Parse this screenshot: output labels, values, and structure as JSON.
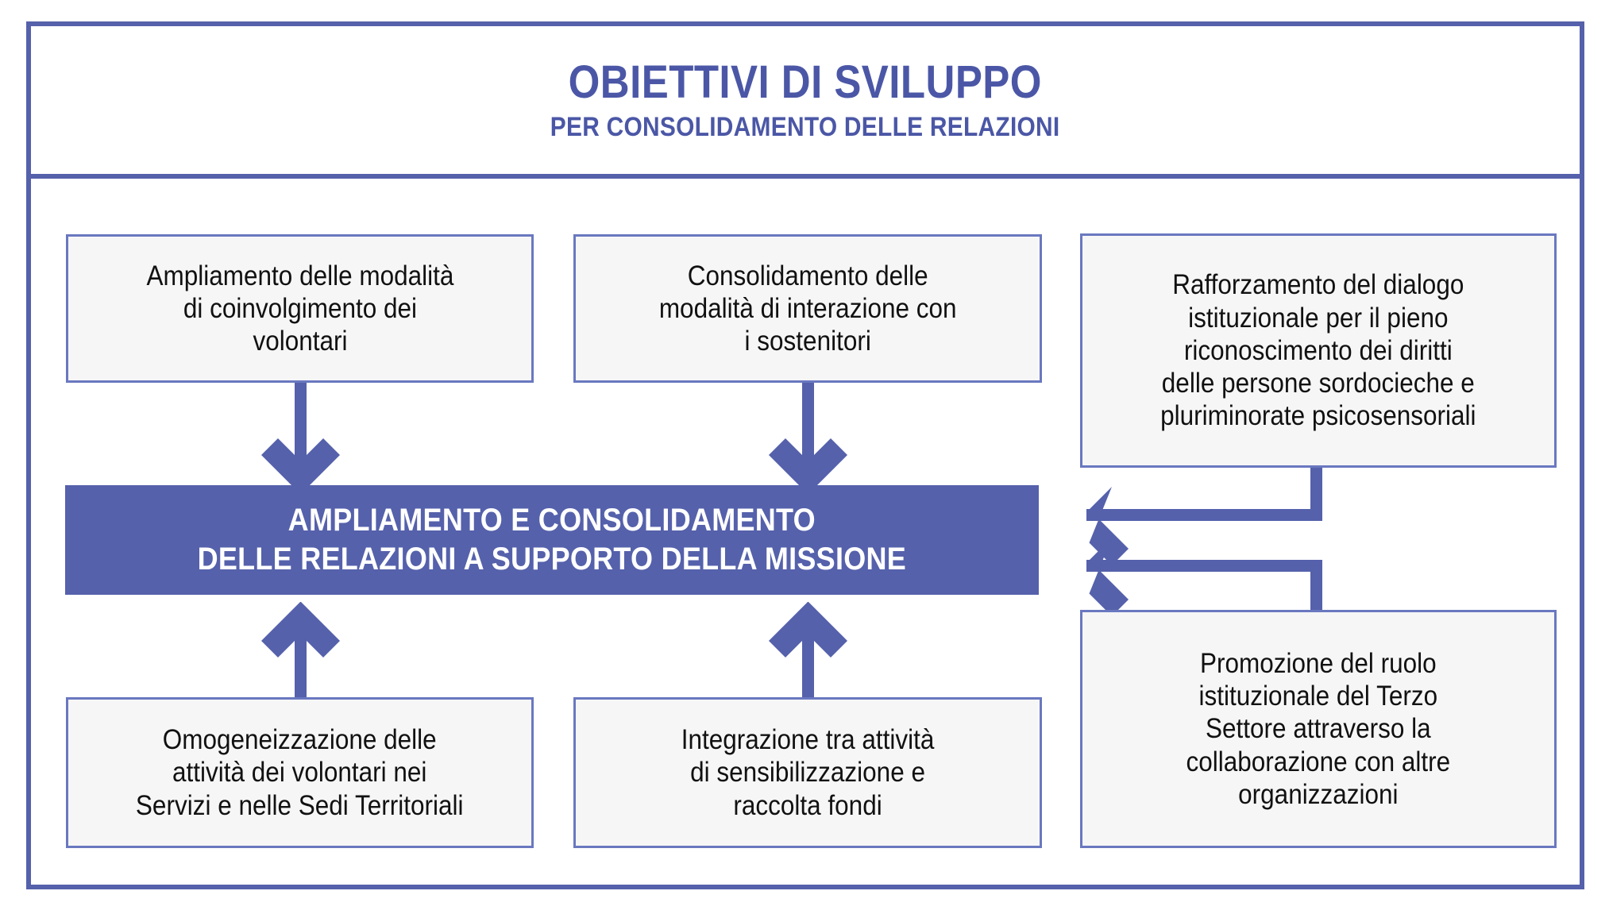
{
  "header": {
    "title_main": "OBIETTIVI DI SVILUPPO",
    "title_sub": "PER CONSOLIDAMENTO DELLE RELAZIONI"
  },
  "colors": {
    "accent": "#5561ab",
    "title_text": "#4b57a6",
    "box_fill": "#f6f6f6",
    "box_border": "#6a78c0",
    "bar_fill": "#5561ab",
    "bar_text": "#ffffff",
    "body_text": "#111111"
  },
  "central": {
    "text": "AMPLIAMENTO E CONSOLIDAMENTO\nDELLE RELAZIONI A SUPPORTO DELLA MISSIONE"
  },
  "nodes": {
    "top_left": {
      "text": "Ampliamento delle modalità\ndi coinvolgimento dei\nvolontari"
    },
    "top_middle": {
      "text": "Consolidamento delle\nmodalità di interazione con\ni sostenitori"
    },
    "top_right": {
      "text": "Rafforzamento del dialogo\nistituzionale per il pieno\nriconoscimento dei diritti\ndelle persone sordocieche e\npluriminorate psicosensoriali"
    },
    "bottom_left": {
      "text": "Omogeneizzazione delle\nattività dei volontari nei\nServizi e nelle Sedi Territoriali"
    },
    "bottom_middle": {
      "text": "Integrazione tra attività\ndi sensibilizzazione e\nraccolta fondi"
    },
    "bottom_right": {
      "text": "Promozione del ruolo\nistituzionale del Terzo\nSettore attraverso la\ncollaborazione con altre\norganizzazioni"
    }
  },
  "connectors": [
    {
      "name": "arrow-down-from-top-left",
      "direction": "down"
    },
    {
      "name": "arrow-down-from-top-middle",
      "direction": "down"
    },
    {
      "name": "arrow-up-from-bottom-left",
      "direction": "up"
    },
    {
      "name": "arrow-up-from-bottom-middle",
      "direction": "up"
    },
    {
      "name": "arrow-left-from-top-right",
      "direction": "left-elbow"
    },
    {
      "name": "arrow-left-from-bottom-right",
      "direction": "left-elbow"
    }
  ]
}
